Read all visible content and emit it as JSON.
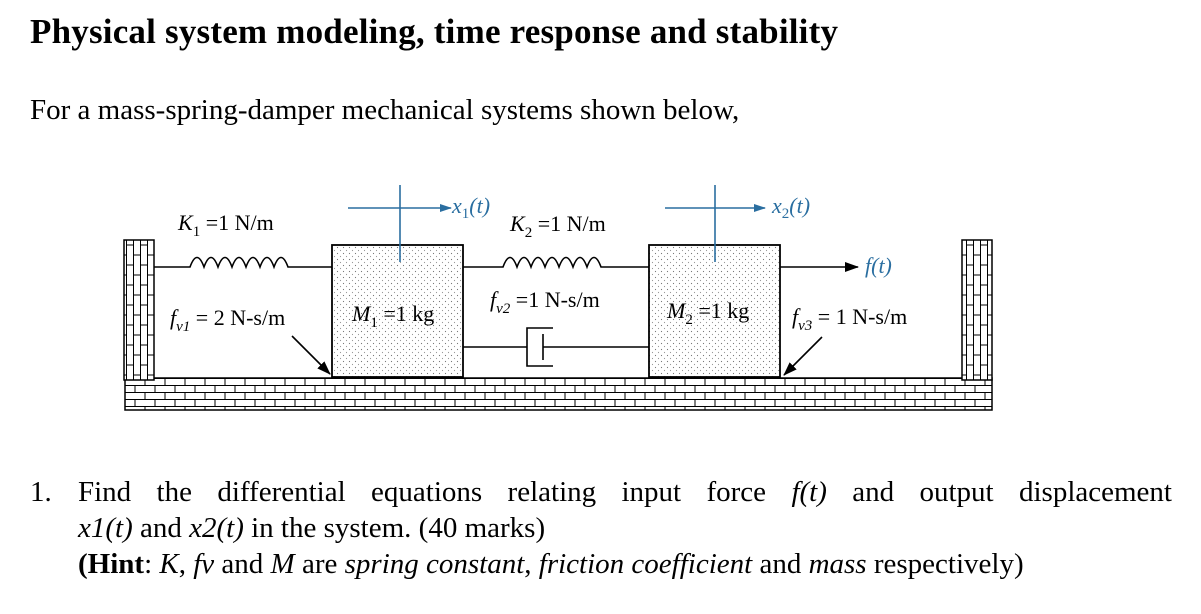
{
  "title": "Physical system modeling, time response and stability",
  "intro": "For a mass-spring-damper mechanical systems shown below,",
  "diagram": {
    "k1_label": "K",
    "k1_sub": "1",
    "k1_value": " =1 N/m",
    "fv1_label": "f",
    "fv1_sub": "v1",
    "fv1_value": " = 2 N-s/m",
    "m1_label": "M",
    "m1_sub": "1",
    "m1_value": " =1 kg",
    "x1_label": "x",
    "x1_sub": "1",
    "x1_arg": "(t)",
    "k2_label": "K",
    "k2_sub": "2",
    "k2_value": " =1 N/m",
    "fv2_label": "f",
    "fv2_sub": "v2",
    "fv2_value": " =1 N-s/m",
    "m2_label": "M",
    "m2_sub": "2",
    "m2_value": " =1 kg",
    "x2_label": "x",
    "x2_sub": "2",
    "x2_arg": "(t)",
    "ft_label": "f(t)",
    "fv3_label": "f",
    "fv3_sub": "v3",
    "fv3_value": " = 1 N-s/m",
    "accent_color": "#2a6ea0"
  },
  "question": {
    "number": "1.",
    "line1_a": "Find the differential equations relating input force ",
    "line1_f": "f(t)",
    "line1_b": " and output displacement",
    "line2_x1": "x1(t)",
    "line2_and": " and ",
    "line2_x2": "x2(t)",
    "line2_rest": " in the system. (40 marks)",
    "hint_open": "(",
    "hint_label": "Hint",
    "hint_colon": ": ",
    "hint_k": "K",
    "hint_comma": ", ",
    "hint_fv": "fv",
    "hint_and": " and ",
    "hint_m": "M",
    "hint_are": " are ",
    "hint_spring": "spring constant",
    "hint_comma2": ", ",
    "hint_friction": "friction coefficient",
    "hint_and2": " and ",
    "hint_mass": "mass",
    "hint_end": " respectively)"
  }
}
